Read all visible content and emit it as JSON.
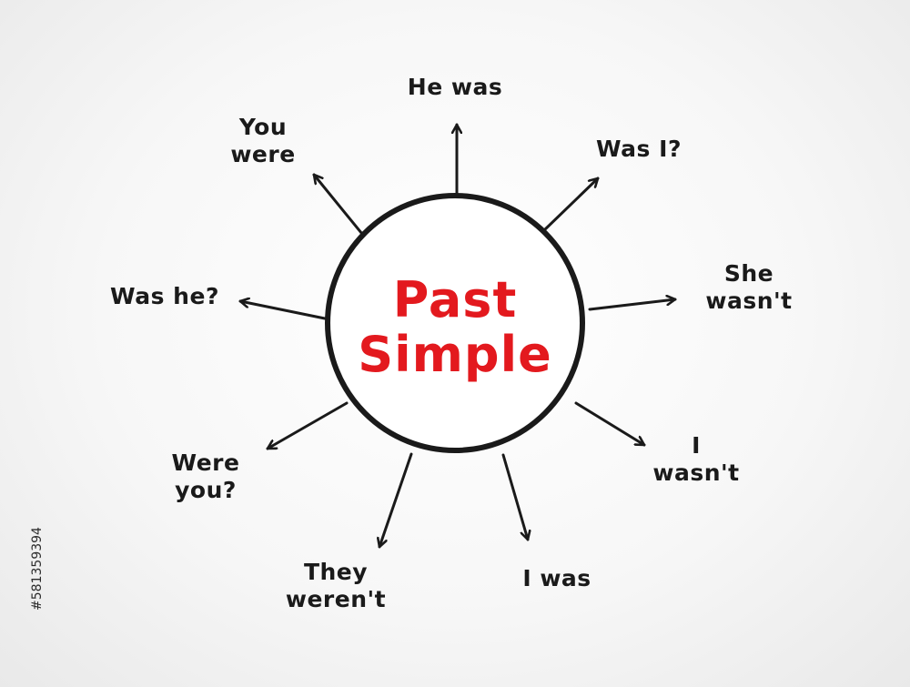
{
  "center": {
    "line1": "Past",
    "line2": "Simple"
  },
  "branches": [
    {
      "id": "he-was",
      "lines": [
        "He was"
      ]
    },
    {
      "id": "was-i",
      "lines": [
        "Was I?"
      ]
    },
    {
      "id": "she-wasnt",
      "lines": [
        "She",
        "wasn't"
      ]
    },
    {
      "id": "i-wasnt",
      "lines": [
        "I",
        "wasn't"
      ]
    },
    {
      "id": "i-was",
      "lines": [
        "I was"
      ]
    },
    {
      "id": "they-werent",
      "lines": [
        "They",
        "weren't"
      ]
    },
    {
      "id": "were-you",
      "lines": [
        "Were",
        "you?"
      ]
    },
    {
      "id": "was-he",
      "lines": [
        "Was he?"
      ]
    },
    {
      "id": "you-were",
      "lines": [
        "You",
        "were"
      ]
    }
  ],
  "stock_id": "#581359394",
  "colors": {
    "accent": "#e3191e",
    "ink": "#1a1a1a"
  }
}
